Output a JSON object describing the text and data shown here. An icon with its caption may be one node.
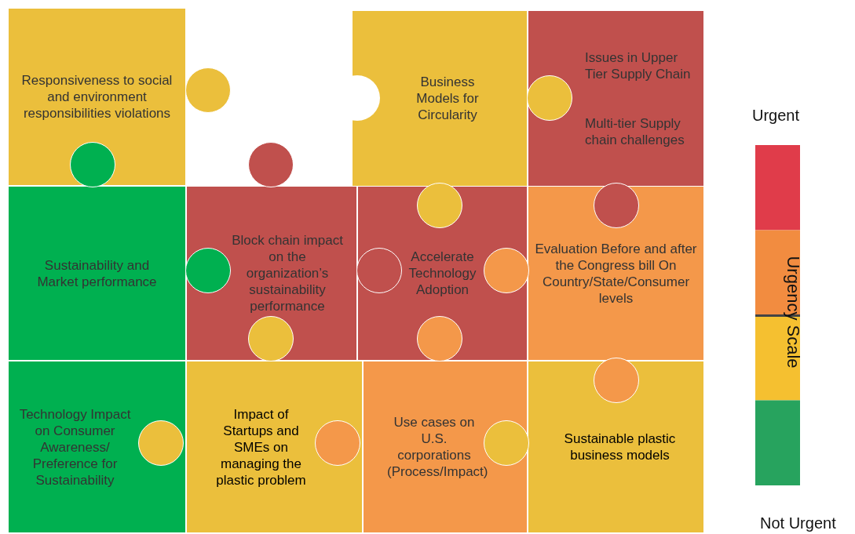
{
  "diagram": {
    "nodes": [
      {
        "text": [
          "Responsiveness to social and environment responsibilities violations"
        ]
      },
      {
        "text": [
          "Business Models for Circularity"
        ]
      },
      {
        "text": [
          "Issues in Upper Tier Supply Chain",
          "Multi-tier Supply chain challenges"
        ]
      },
      {
        "text": [
          "Sustainability and Market performance"
        ]
      },
      {
        "text": [
          "Block chain impact on the organization’s sustainability performance"
        ]
      },
      {
        "text": [
          "Accelerate Technology Adoption"
        ]
      },
      {
        "text": [
          "Evaluation Before and after the Congress bill On Country/State/Consumer levels"
        ]
      },
      {
        "text": [
          "Technology Impact on Consumer Awareness/ Preference for Sustainability"
        ]
      },
      {
        "text": [
          "Impact of Startups and SMEs on managing the plastic problem"
        ]
      },
      {
        "text": [
          "Use cases on U.S. corporations (Process/Impact)"
        ]
      },
      {
        "text": [
          "Sustainable plastic business models"
        ]
      }
    ],
    "edges": [],
    "labels": [
      "Urgent",
      "Urgency Scale",
      "Not Urgent"
    ]
  }
}
